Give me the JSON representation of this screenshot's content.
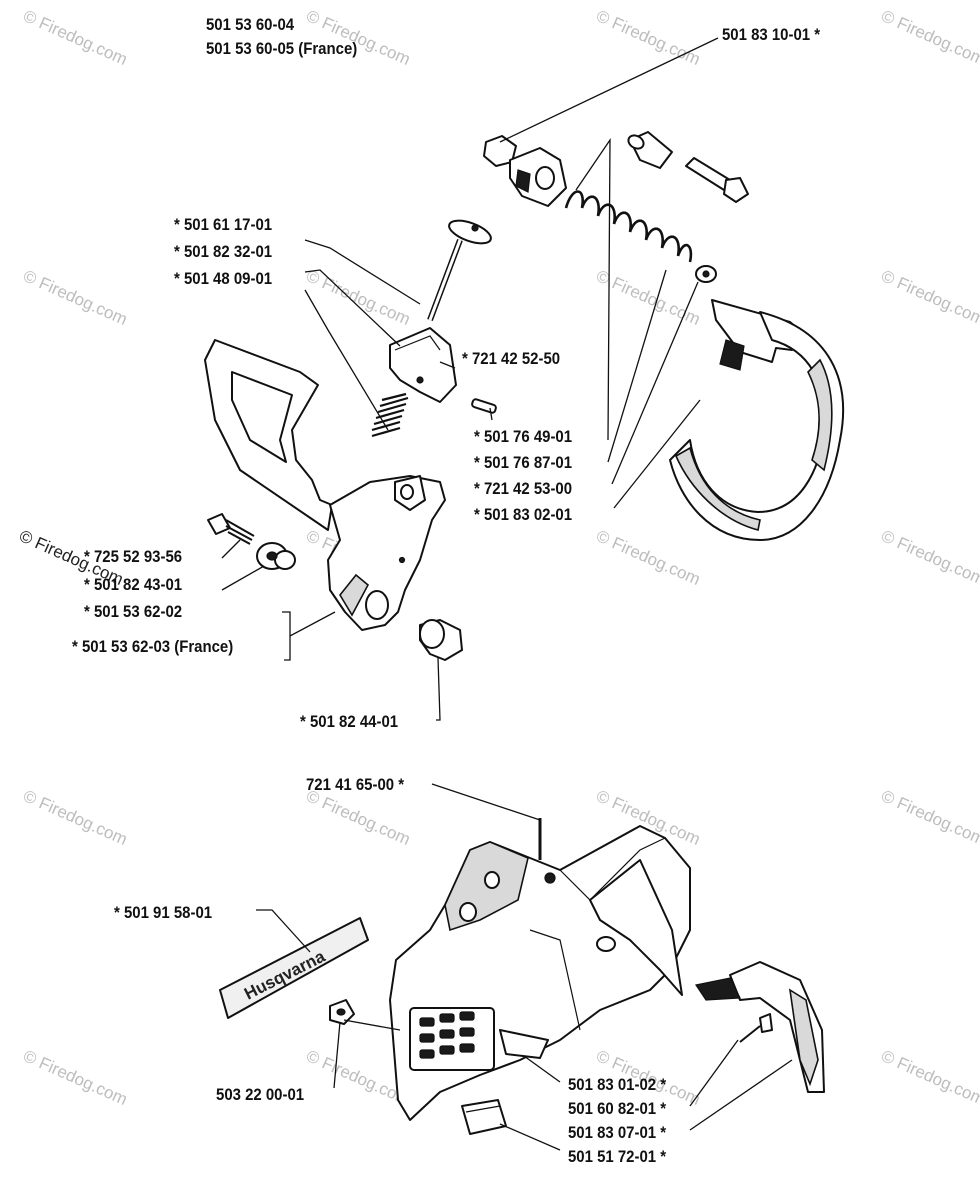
{
  "watermark": "© Firedog.com",
  "brand_decal": "Husqvarna",
  "labels": {
    "l1": "501 53 60-04",
    "l2": "501 53 60-05 (France)",
    "l3": "501 83 10-01  *",
    "l4": "*  501 61 17-01",
    "l5": "*  501 82 32-01",
    "l6": "*  501 48 09-01",
    "l7": "*  721 42 52-50",
    "l8": "*  501 76 49-01",
    "l9": "*  501 76 87-01",
    "l10": "*  721 42 53-00",
    "l11": "*  501 83 02-01",
    "l12": "*  725 52 93-56",
    "l13": "*  501 82 43-01",
    "l14": "*  501 53 62-02",
    "l15": "*  501 53 62-03 (France)",
    "l16": "*  501 82 44-01",
    "l17": "721 41 65-00  *",
    "l18": "*  501 91 58-01",
    "l19": "503 22 00-01",
    "l20": "501 83 01-02  *",
    "l21": "501 60 82-01  *",
    "l22": "501 83 07-01  *",
    "l23": "501 51 72-01  *"
  }
}
